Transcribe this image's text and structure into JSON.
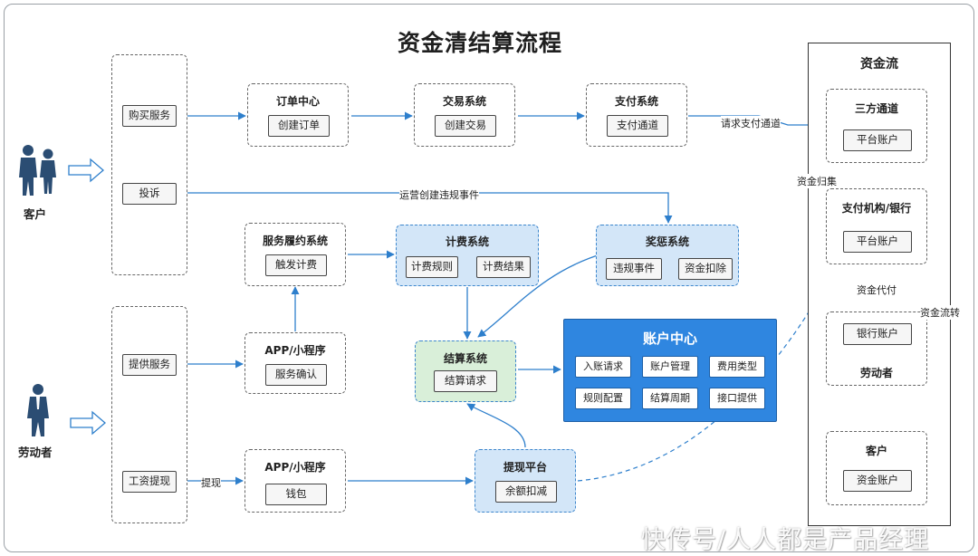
{
  "title": "资金清结算流程",
  "actors": {
    "customer": "客户",
    "worker": "劳动者"
  },
  "left_actions": {
    "buy": "购买服务",
    "complain": "投诉",
    "provide": "提供服务",
    "withdraw": "工资提现"
  },
  "systems": {
    "order": {
      "title": "订单中心",
      "btn": "创建订单"
    },
    "trade": {
      "title": "交易系统",
      "btn": "创建交易"
    },
    "pay": {
      "title": "支付系统",
      "btn": "支付通道"
    },
    "fulfill": {
      "title": "服务履约系统",
      "btn": "触发计费"
    },
    "billing": {
      "title": "计费系统",
      "btn1": "计费规则",
      "btn2": "计费结果"
    },
    "reward": {
      "title": "奖惩系统",
      "btn1": "违规事件",
      "btn2": "资金扣除"
    },
    "app1": {
      "title": "APP/小程序",
      "btn": "服务确认"
    },
    "settle": {
      "title": "结算系统",
      "btn": "结算请求"
    },
    "app2": {
      "title": "APP/小程序",
      "btn": "钱包"
    },
    "cashout": {
      "title": "提现平台",
      "btn": "余额扣减"
    }
  },
  "account_center": {
    "title": "账户中心",
    "items": [
      "入账请求",
      "账户管理",
      "费用类型",
      "规则配置",
      "结算周期",
      "接口提供"
    ]
  },
  "fund_flow": {
    "title": "资金流",
    "third": {
      "title": "三方通道",
      "btn": "平台账户"
    },
    "bank": {
      "title": "支付机构/银行",
      "btn": "平台账户"
    },
    "worker": {
      "title": "劳动者",
      "btn": "银行账户"
    },
    "customer": {
      "title": "客户",
      "btn": "资金账户"
    }
  },
  "edge_labels": {
    "request_pay": "请求支付通道",
    "violation": "运营创建违规事件",
    "withdraw": "提现",
    "collect": "资金归集",
    "payout": "资金代付",
    "transfer": "资金流转"
  },
  "watermark": "快传号/人人都是产品经理",
  "colors": {
    "line": "#2e7fcc",
    "dashed_border": "#666666",
    "blue_fill": "#d3e6f8",
    "green_fill": "#d9efd9",
    "account_center": "#2f86e0",
    "figure": "#2b4d73"
  }
}
